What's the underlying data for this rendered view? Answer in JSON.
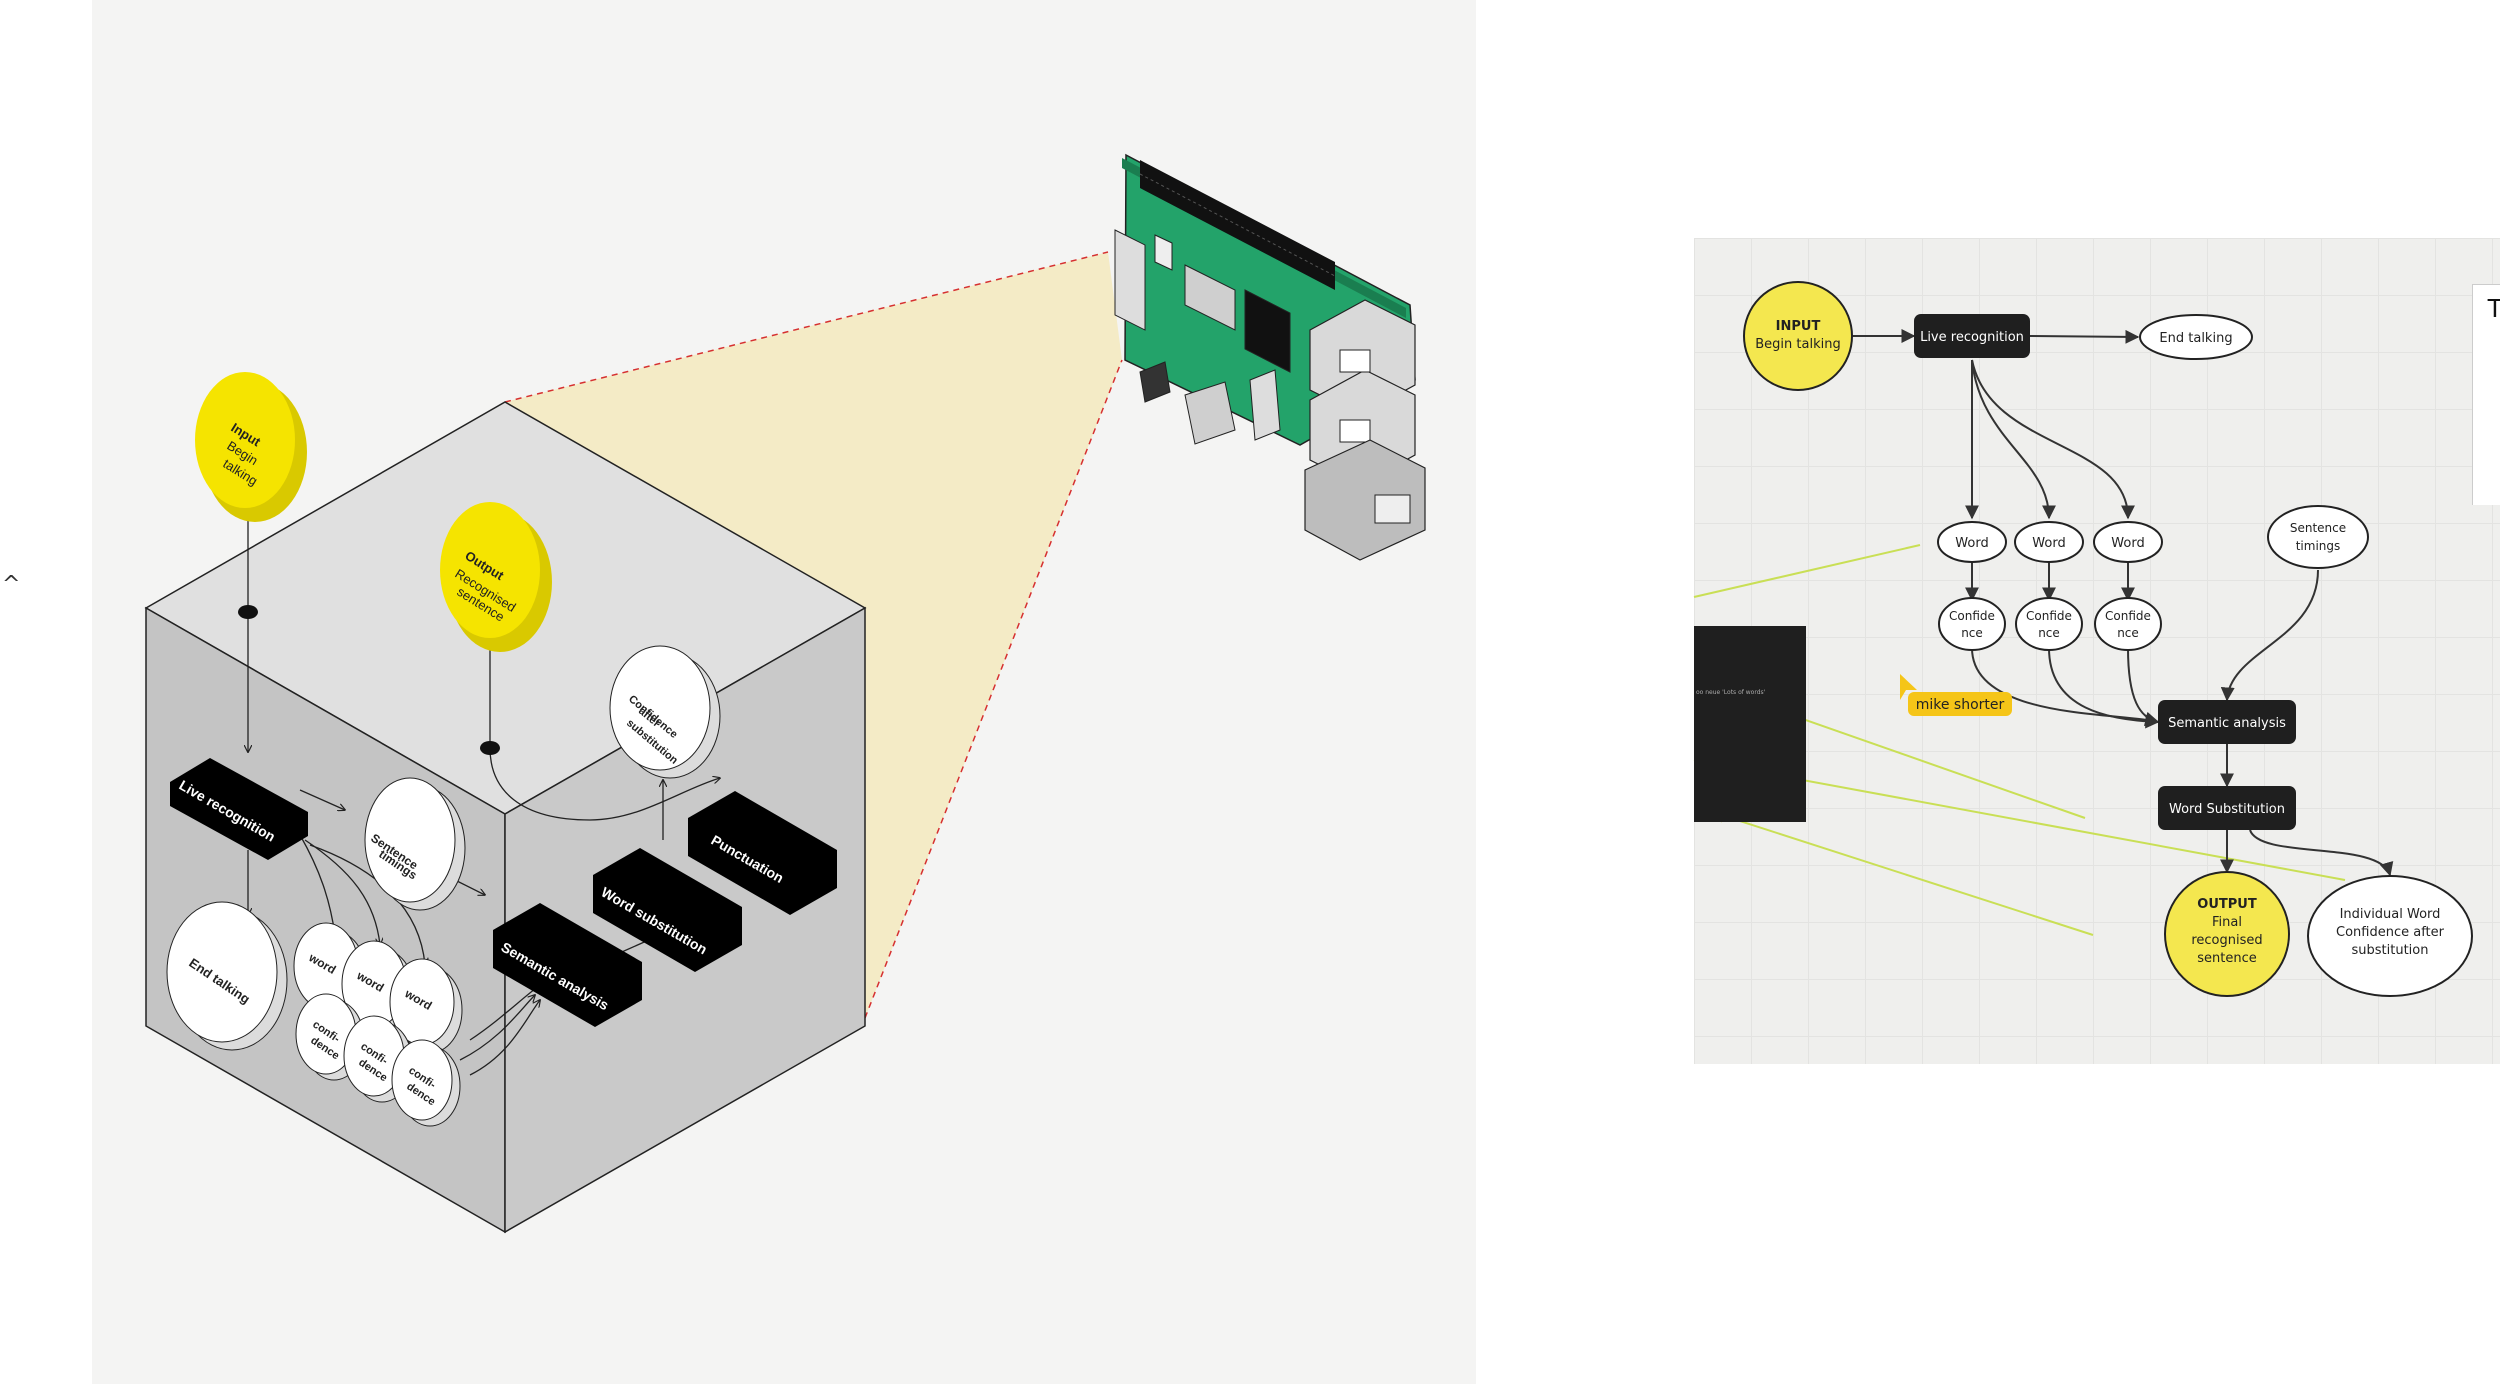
{
  "left_diagram": {
    "input_title": "Input",
    "input_sub1": "Begin",
    "input_sub2": "talking",
    "output_title": "Output",
    "output_sub1": "Recognised",
    "output_sub2": "sentence",
    "live_recognition": "Live recognition",
    "end_talking": "End talking",
    "sentence_timings_1": "Sentence",
    "sentence_timings_2": "timings",
    "word": "word",
    "confi": "confi-",
    "dence": "dence",
    "semantic_analysis": "Semantic analysis",
    "word_substitution": "Word substitution",
    "punctuation": "Punctuation",
    "confidence_1": "Confidence",
    "confidence_2": "after",
    "confidence_3": "substitution"
  },
  "flowchart": {
    "input_title": "INPUT",
    "input_sub": "Begin talking",
    "live_recognition": "Live recognition",
    "end_talking": "End talking",
    "word": "Word",
    "confidence_1": "Confide",
    "confidence_2": "nce",
    "sentence_timings_1": "Sentence",
    "sentence_timings_2": "timings",
    "semantic_analysis": "Semantic analysis",
    "word_substitution": "Word Substitution",
    "output_title": "OUTPUT",
    "output_sub1": "Final",
    "output_sub2": "recognised",
    "output_sub3": "sentence",
    "individual_1": "Individual Word",
    "individual_2": "Confidence after",
    "individual_3": "substitution",
    "cursor_label": "mike shorter",
    "dark_card_text": "oo neue 'Lots of words'",
    "edge_card_letter": "T"
  },
  "icons": {
    "left_caret": "^"
  },
  "colors": {
    "yellow": "#f5e400",
    "flow_yellow": "#f4e74f",
    "board_green": "#2fb57a",
    "cursor": "#f5c518",
    "annotation": "#c9df55"
  }
}
